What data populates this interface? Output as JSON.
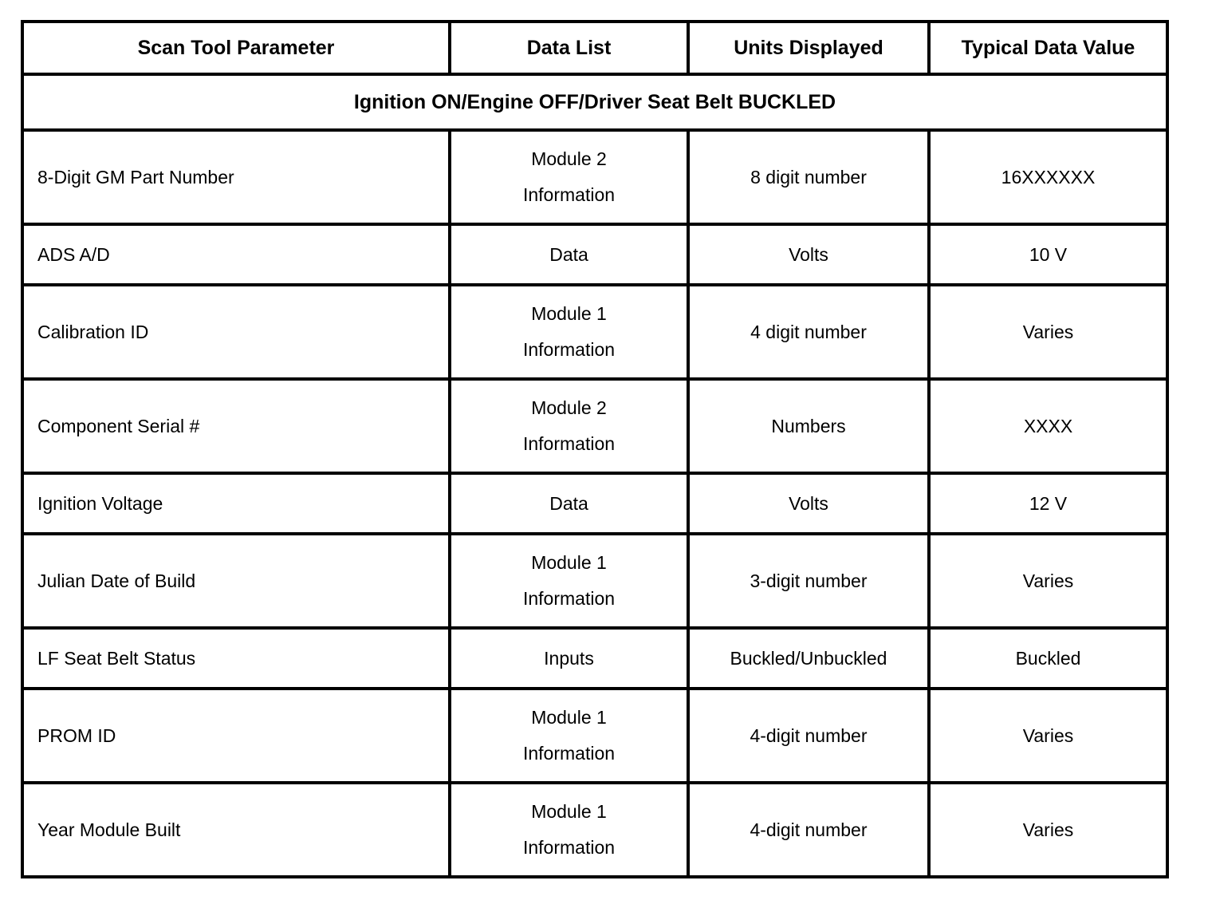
{
  "table": {
    "border_color": "#000000",
    "text_color": "#000000",
    "background_color": "#ffffff",
    "headers": {
      "parameter": "Scan Tool Parameter",
      "data_list": "Data List",
      "units_displayed": "Units Displayed",
      "typical_value": "Typical Data Value"
    },
    "section_header": "Ignition ON/Engine OFF/Driver Seat Belt BUCKLED",
    "rows": [
      {
        "parameter": "8-Digit GM Part Number",
        "data_list": "Module 2\nInformation",
        "units_displayed": "8 digit number",
        "typical_value": "16XXXXXX"
      },
      {
        "parameter": "ADS A/D",
        "data_list": "Data",
        "units_displayed": "Volts",
        "typical_value": "10 V"
      },
      {
        "parameter": "Calibration ID",
        "data_list": "Module 1\nInformation",
        "units_displayed": "4 digit number",
        "typical_value": "Varies"
      },
      {
        "parameter": "Component Serial #",
        "data_list": "Module 2\nInformation",
        "units_displayed": "Numbers",
        "typical_value": "XXXX"
      },
      {
        "parameter": "Ignition Voltage",
        "data_list": "Data",
        "units_displayed": "Volts",
        "typical_value": "12 V"
      },
      {
        "parameter": "Julian Date of Build",
        "data_list": "Module 1\nInformation",
        "units_displayed": "3-digit number",
        "typical_value": "Varies"
      },
      {
        "parameter": "LF Seat Belt Status",
        "data_list": "Inputs",
        "units_displayed": "Buckled/Unbuckled",
        "typical_value": "Buckled"
      },
      {
        "parameter": "PROM ID",
        "data_list": "Module 1\nInformation",
        "units_displayed": "4-digit number",
        "typical_value": "Varies"
      },
      {
        "parameter": "Year Module Built",
        "data_list": "Module 1\nInformation",
        "units_displayed": "4-digit number",
        "typical_value": "Varies"
      }
    ]
  }
}
